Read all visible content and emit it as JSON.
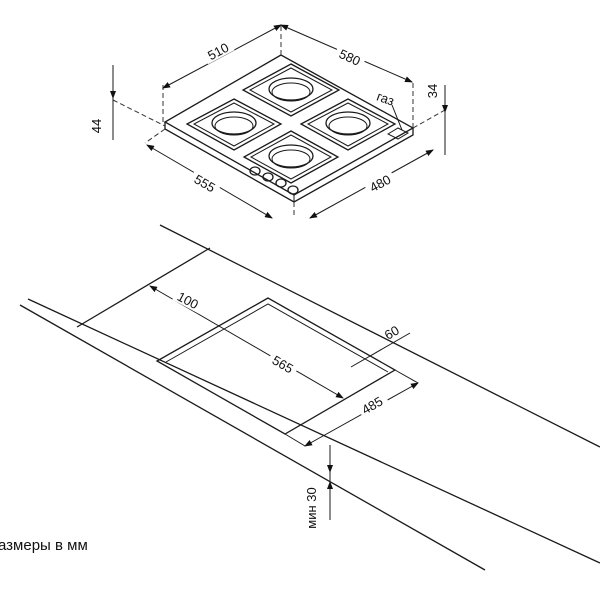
{
  "hob": {
    "dimensions": {
      "width_back": "510",
      "depth": "580",
      "width_front": "555",
      "depth_front": "480",
      "height_total": "44",
      "height_body": "34"
    },
    "gas_label": "газ",
    "burner_count": 4,
    "knob_count": 4
  },
  "cutout": {
    "dimensions": {
      "offset_front": "100",
      "length": "565",
      "width": "485",
      "offset_back": "60",
      "min_thickness": "мин 30"
    }
  },
  "note": "азмеры в мм"
}
